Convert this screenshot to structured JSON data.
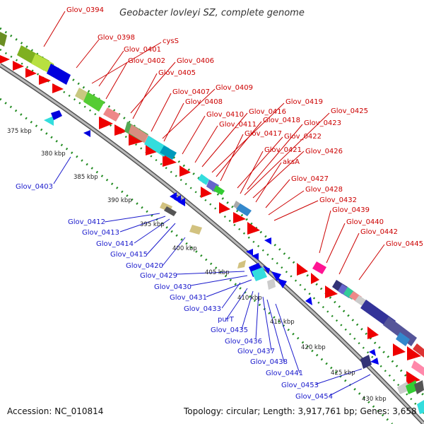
{
  "title": "Geobacter lovleyi SZ, complete genome",
  "accession": "Accession: NC_010814",
  "summary": "Topology: circular; Length: 3,917,761 bp; Genes: 3,658",
  "colors": {
    "forward_label": "#cc0000",
    "reverse_label": "#1a1acc",
    "forward_cds": "#ee0000",
    "reverse_cds": "#0000ee",
    "backbone": "#999999",
    "gc_dots": "#228b22"
  },
  "forward_labels": [
    {
      "id": "f0394",
      "text": "Glov_0394"
    },
    {
      "id": "f0398",
      "text": "Glov_0398"
    },
    {
      "id": "fcysS",
      "text": "cysS"
    },
    {
      "id": "f0401",
      "text": "Glov_0401"
    },
    {
      "id": "f0402",
      "text": "Glov_0402"
    },
    {
      "id": "f0406",
      "text": "Glov_0406"
    },
    {
      "id": "f0405",
      "text": "Glov_0405"
    },
    {
      "id": "f0407",
      "text": "Glov_0407"
    },
    {
      "id": "f0409",
      "text": "Glov_0409"
    },
    {
      "id": "f0408",
      "text": "Glov_0408"
    },
    {
      "id": "f0410",
      "text": "Glov_0410"
    },
    {
      "id": "f0416",
      "text": "Glov_0416"
    },
    {
      "id": "f0419",
      "text": "Glov_0419"
    },
    {
      "id": "f0411",
      "text": "Glov_0411"
    },
    {
      "id": "f0418",
      "text": "Glov_0418"
    },
    {
      "id": "f0425",
      "text": "Glov_0425"
    },
    {
      "id": "f0417",
      "text": "Glov_0417"
    },
    {
      "id": "f0423",
      "text": "Glov_0423"
    },
    {
      "id": "f0422",
      "text": "Glov_0422"
    },
    {
      "id": "f0421",
      "text": "Glov_0421"
    },
    {
      "id": "f0426",
      "text": "Glov_0426"
    },
    {
      "id": "faksA",
      "text": "aksA"
    },
    {
      "id": "f0427",
      "text": "Glov_0427"
    },
    {
      "id": "f0428",
      "text": "Glov_0428"
    },
    {
      "id": "f0432",
      "text": "Glov_0432"
    },
    {
      "id": "f0439",
      "text": "Glov_0439"
    },
    {
      "id": "f0440",
      "text": "Glov_0440"
    },
    {
      "id": "f0442",
      "text": "Glov_0442"
    },
    {
      "id": "f0445",
      "text": "Glov_0445"
    }
  ],
  "reverse_labels": [
    {
      "id": "r0403",
      "text": "Glov_0403"
    },
    {
      "id": "r0412",
      "text": "Glov_0412"
    },
    {
      "id": "r0413",
      "text": "Glov_0413"
    },
    {
      "id": "r0414",
      "text": "Glov_0414"
    },
    {
      "id": "r0415",
      "text": "Glov_0415"
    },
    {
      "id": "r0420",
      "text": "Glov_0420"
    },
    {
      "id": "r0429",
      "text": "Glov_0429"
    },
    {
      "id": "r0430",
      "text": "Glov_0430"
    },
    {
      "id": "r0431",
      "text": "Glov_0431"
    },
    {
      "id": "r0433",
      "text": "Glov_0433"
    },
    {
      "id": "rpurT",
      "text": "purT"
    },
    {
      "id": "r0435",
      "text": "Glov_0435"
    },
    {
      "id": "r0436",
      "text": "Glov_0436"
    },
    {
      "id": "r0437",
      "text": "Glov_0437"
    },
    {
      "id": "r0438",
      "text": "Glov_0438"
    },
    {
      "id": "r0441",
      "text": "Glov_0441"
    },
    {
      "id": "r0453",
      "text": "Glov_0453"
    },
    {
      "id": "r0454",
      "text": "Glov_0454"
    }
  ],
  "kbp_ticks": [
    "375 kbp",
    "380 kbp",
    "385 kbp",
    "390 kbp",
    "395 kbp",
    "400 kbp",
    "405 kbp",
    "410 kbp",
    "415 kbp",
    "420 kbp",
    "425 kbp",
    "430 kbp"
  ]
}
